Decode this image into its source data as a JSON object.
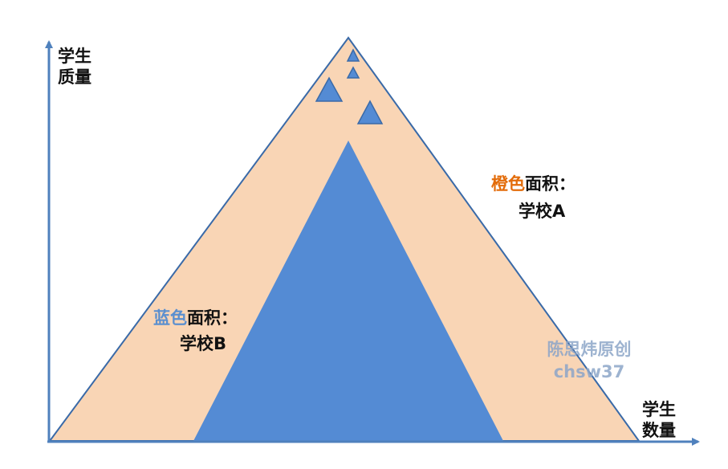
{
  "y_axis_label": {
    "line1": "学生",
    "line2": "质量"
  },
  "x_axis_label": {
    "line1": "学生",
    "line2": "数量"
  },
  "legend_orange": {
    "colored": "橙色",
    "rest": "面积：",
    "school": "学校A"
  },
  "legend_blue": {
    "colored": "蓝色",
    "rest": "面积：",
    "school": "学校B"
  },
  "watermark": {
    "line1": "陈思炜原创",
    "line2": "chsw37"
  },
  "colors": {
    "orange_fill": "#F9D5B5",
    "blue_fill": "#548BD4",
    "axis": "#4F81BD",
    "triangle_stroke": "#3A6AA8",
    "orange_text": "#E36C0A",
    "blue_text": "#5B8FCF",
    "watermark_text": "#8DA6C8"
  }
}
